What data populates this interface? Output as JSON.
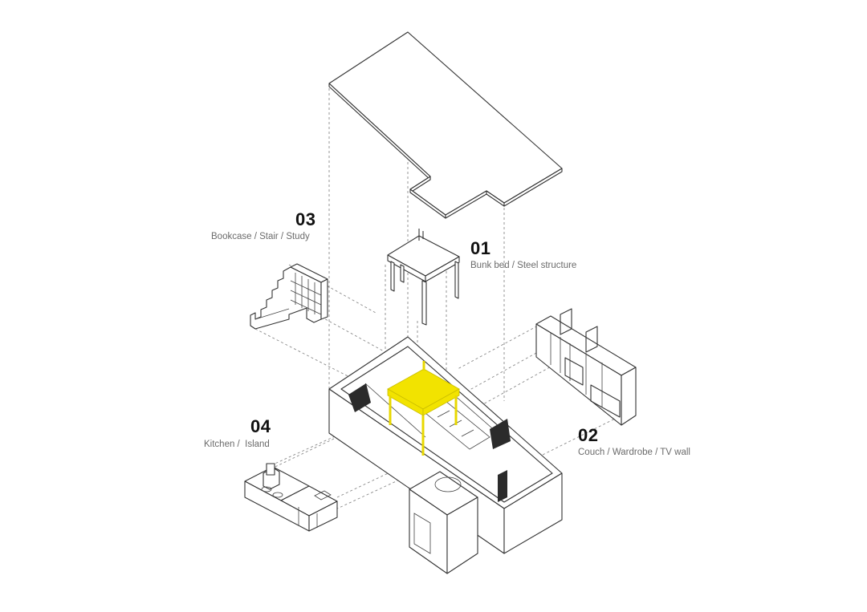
{
  "labels": [
    {
      "num": "01",
      "caption": "Bunk bed / Steel structure"
    },
    {
      "num": "02",
      "caption": "Couch / Wardrobe / TV wall"
    },
    {
      "num": "03",
      "caption": "Bookcase / Stair / Study"
    },
    {
      "num": "04",
      "caption": "Kitchen /  Island"
    }
  ],
  "colors": {
    "highlight": "#f2e300",
    "line": "#333333",
    "caption": "#6b6b6b"
  }
}
